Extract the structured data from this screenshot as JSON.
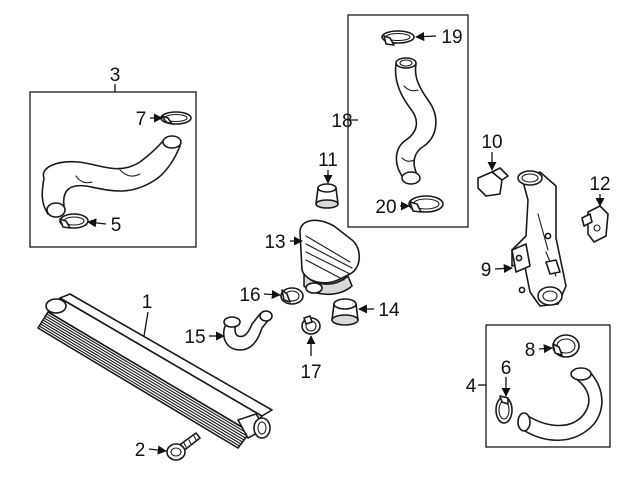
{
  "callouts": {
    "c1": "1",
    "c2": "2",
    "c3": "3",
    "c4": "4",
    "c5": "5",
    "c6": "6",
    "c7": "7",
    "c8": "8",
    "c9": "9",
    "c10": "10",
    "c11": "11",
    "c12": "12",
    "c13": "13",
    "c14": "14",
    "c15": "15",
    "c16": "16",
    "c17": "17",
    "c18": "18",
    "c19": "19",
    "c20": "20"
  },
  "colors": {
    "line": "#1a1a1a",
    "shade": "#d9d9d9",
    "background": "#ffffff"
  }
}
